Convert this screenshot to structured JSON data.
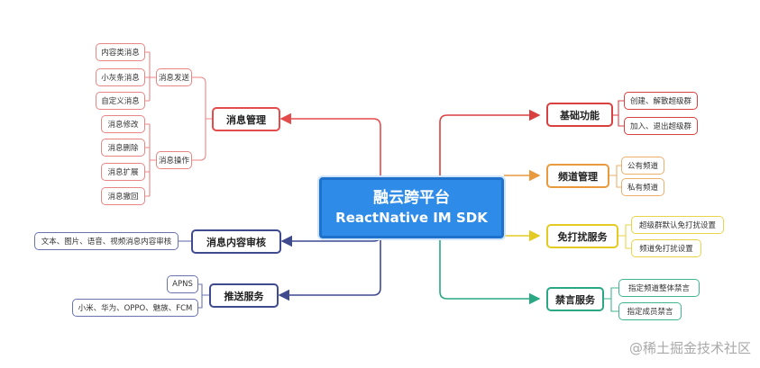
{
  "center": {
    "title": "融云跨平台",
    "subtitle": "ReactNative IM SDK"
  },
  "left": {
    "msg_mgmt": {
      "label": "消息管理",
      "send": {
        "label": "消息发送",
        "items": [
          "内容类消息",
          "小灰条消息",
          "自定义消息"
        ]
      },
      "ops": {
        "label": "消息操作",
        "items": [
          "消息修改",
          "消息删除",
          "消息扩展",
          "消息撤回"
        ]
      }
    },
    "audit": {
      "label": "消息内容审核",
      "items": [
        "文本、图片、语音、视频消息内容审核"
      ]
    },
    "push": {
      "label": "推送服务",
      "items": [
        "APNS",
        "小米、华为、OPPO、魅族、FCM"
      ]
    }
  },
  "right": {
    "basic": {
      "label": "基础功能",
      "items": [
        "创建、解散超级群",
        "加入、退出超级群"
      ]
    },
    "channel": {
      "label": "频道管理",
      "items": [
        "公有频道",
        "私有频道"
      ]
    },
    "dnd": {
      "label": "免打扰服务",
      "items": [
        "超级群默认免打扰设置",
        "频道免打扰设置"
      ]
    },
    "mute": {
      "label": "禁言服务",
      "items": [
        "指定频道整体禁言",
        "指定成员禁言"
      ]
    }
  },
  "colors": {
    "center": "#2f8be8",
    "msg_mgmt": "#e44b4b",
    "audit": "#3f4a8f",
    "push": "#3f4a8f",
    "basic": "#d94040",
    "channel": "#e99a3f",
    "dnd": "#e3cb23",
    "mute": "#2aa883"
  },
  "watermark": "@稀土掘金技术社区"
}
